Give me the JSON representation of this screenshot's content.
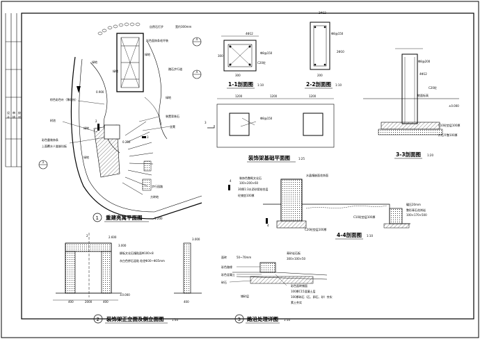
{
  "drawings": {
    "plan": {
      "num": "1",
      "title": "重建亮寓平面图",
      "scale": "1:200",
      "labels": {
        "pebble": "自然石打步",
        "width": "宽约300mm",
        "brick_rail": "彩色面饰条毛坪装",
        "green1": "绿地",
        "green2": "绿地",
        "green3": "绿地",
        "green4": "绿地",
        "green5": "绿地",
        "green6": "绿地",
        "stone_stair": "踏石步行道",
        "elev": "0.900",
        "flowers": "棕色彩色叶（薄花枝）",
        "fence": "装置背装石",
        "seat": "坐凳",
        "tree": "树池",
        "color_shelf": "彩色重装饰条",
        "grass_joint": "上面覆水人鉴嵌坑板",
        "tile_path": "步行园路",
        "elev2": "0.250",
        "plank": "方砖地"
      },
      "markers": [
        "4",
        "4",
        "3",
        "2",
        "3",
        "4"
      ]
    },
    "sec11": {
      "title": "1-1剖面图",
      "scale": "1:10",
      "labels": {
        "rebar": "4Φ12",
        "stirrup": "Φ8@150",
        "concrete": "C20砼",
        "dim_w": "300",
        "dim_h": "300"
      }
    },
    "sec22": {
      "title": "2-2剖面图",
      "scale": "1:10",
      "labels": {
        "rebar_top": "2Φ12",
        "stirrup": "Φ8@150",
        "rebar_bot": "2Φ10",
        "dim": "200"
      }
    },
    "sec33": {
      "title": "3-3剖面图",
      "scale": "1:20",
      "labels": {
        "rebar": "Φ8@200",
        "main": "4Φ12",
        "concrete": "C20砼",
        "ground": "地面标高",
        "gravel": "C10砼垫层100厚",
        "stone": "片石平整100厚",
        "elev": "±0.000"
      }
    },
    "foundation": {
      "title": "装饰架基础平面图",
      "scale": "1:25",
      "labels": {
        "dim_a": "1200",
        "dim_b": "1200",
        "dim_c": "1200",
        "anchor": "Φ8@150",
        "mark": "3"
      }
    },
    "sec44": {
      "title": "4-4剖面图",
      "scale": "1:10",
      "labels": {
        "top": "水晶镶嵌面花饰面",
        "stone_fin": "装饰色整砌文化石",
        "stone_dim": "100×200×60",
        "sand_a": "30厚1:3水泥砂浆结合层",
        "sand_b": "砼铺垫100厚",
        "base": "C20砼垫层100厚",
        "gravel": "C10砼垫层100厚",
        "edge": "碾压20mm",
        "curb": "整形青石花岗岩",
        "curb_dim": "100×170×500"
      }
    },
    "elevation": {
      "num": "2",
      "title": "装饰架正立面及侧立面图",
      "scale": "1:50",
      "labels": {
        "cap": "柳板文化石镶贴面Φ100×8",
        "plaster": "灰白色掺石混粘 粒径Φ30~Φ35mm",
        "h_total": "3.000",
        "h_mid": "2.600",
        "h_low": "±0.000",
        "h_side": "3.000",
        "w_total": "2000",
        "w_post": "400",
        "w_post2": "400",
        "w_side": "400",
        "mark": "2"
      }
    },
    "road": {
      "num": "3",
      "title": "路沿处理详图",
      "scale": "1:10",
      "labels": {
        "tile": "面砖",
        "tile_dim": "50~70mm",
        "curb_name": "青砂岩石板",
        "curb_dim": "300×100×50",
        "border": "彩色路缘",
        "base": "彩色混凝土",
        "gravel": "碎石",
        "layer1": "彩色面砖铺面",
        "layer2": "100厚C15混凝土层",
        "layer3": "100厚碎石（石、卵石、砂）夯实",
        "layer4": "素土夯实",
        "strip": "铺砂层"
      }
    }
  },
  "title_block": {
    "rows": [
      "设",
      "计",
      "审",
      "核",
      "校",
      "对"
    ]
  }
}
